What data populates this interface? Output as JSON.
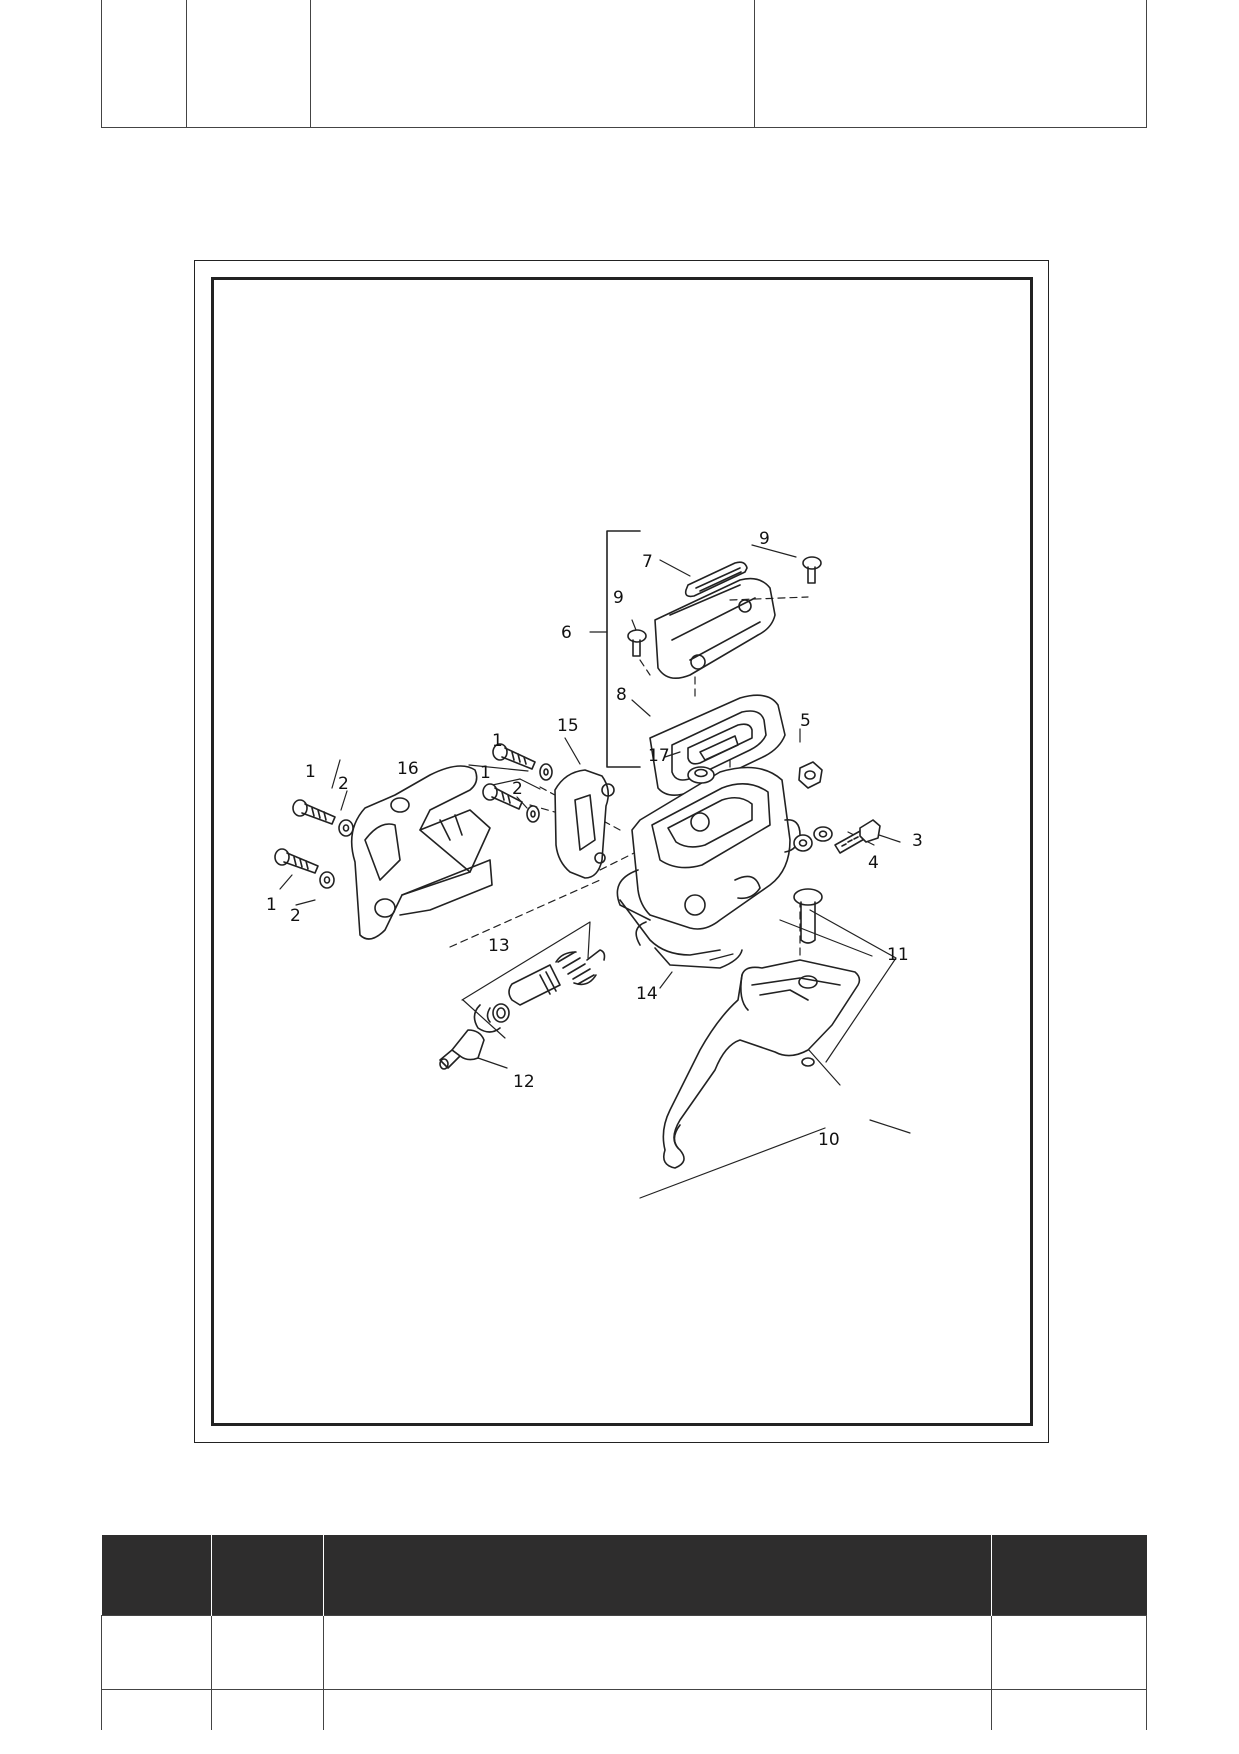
{
  "diagram": {
    "callouts": [
      "1",
      "1",
      "1",
      "1",
      "2",
      "2",
      "2",
      "3",
      "4",
      "5",
      "6",
      "7",
      "8",
      "9",
      "9",
      "10",
      "11",
      "12",
      "13",
      "14",
      "15",
      "16",
      "17"
    ]
  }
}
